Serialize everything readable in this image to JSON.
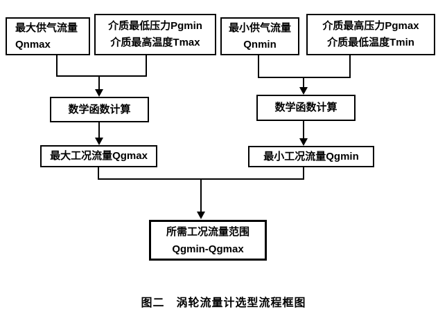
{
  "colors": {
    "background": "#ffffff",
    "line": "#000000",
    "text": "#000000",
    "box_fill": "#ffffff"
  },
  "boxes": {
    "qnmax": {
      "line1": "最大供气流量",
      "line2": "Qnmax"
    },
    "pgmin_tmax": {
      "line1": "介质最低压力Pgmin",
      "line2": "介质最高温度Tmax"
    },
    "qnmin": {
      "line1": "最小供气流量",
      "line2": "Qnmin"
    },
    "pgmax_tmin": {
      "line1": "介质最高压力Pgmax",
      "line2": "介质最低温度Tmin"
    },
    "calc_left": {
      "label": "数学函数计算"
    },
    "calc_right": {
      "label": "数学函数计算"
    },
    "qgmax": {
      "label": "最大工况流量Qgmax"
    },
    "qgmin": {
      "label": "最小工况流量Qgmin"
    },
    "result": {
      "line1": "所需工况流量范围",
      "line2": "Qgmin-Qgmax"
    }
  },
  "caption": "图二　涡轮流量计选型流程框图"
}
